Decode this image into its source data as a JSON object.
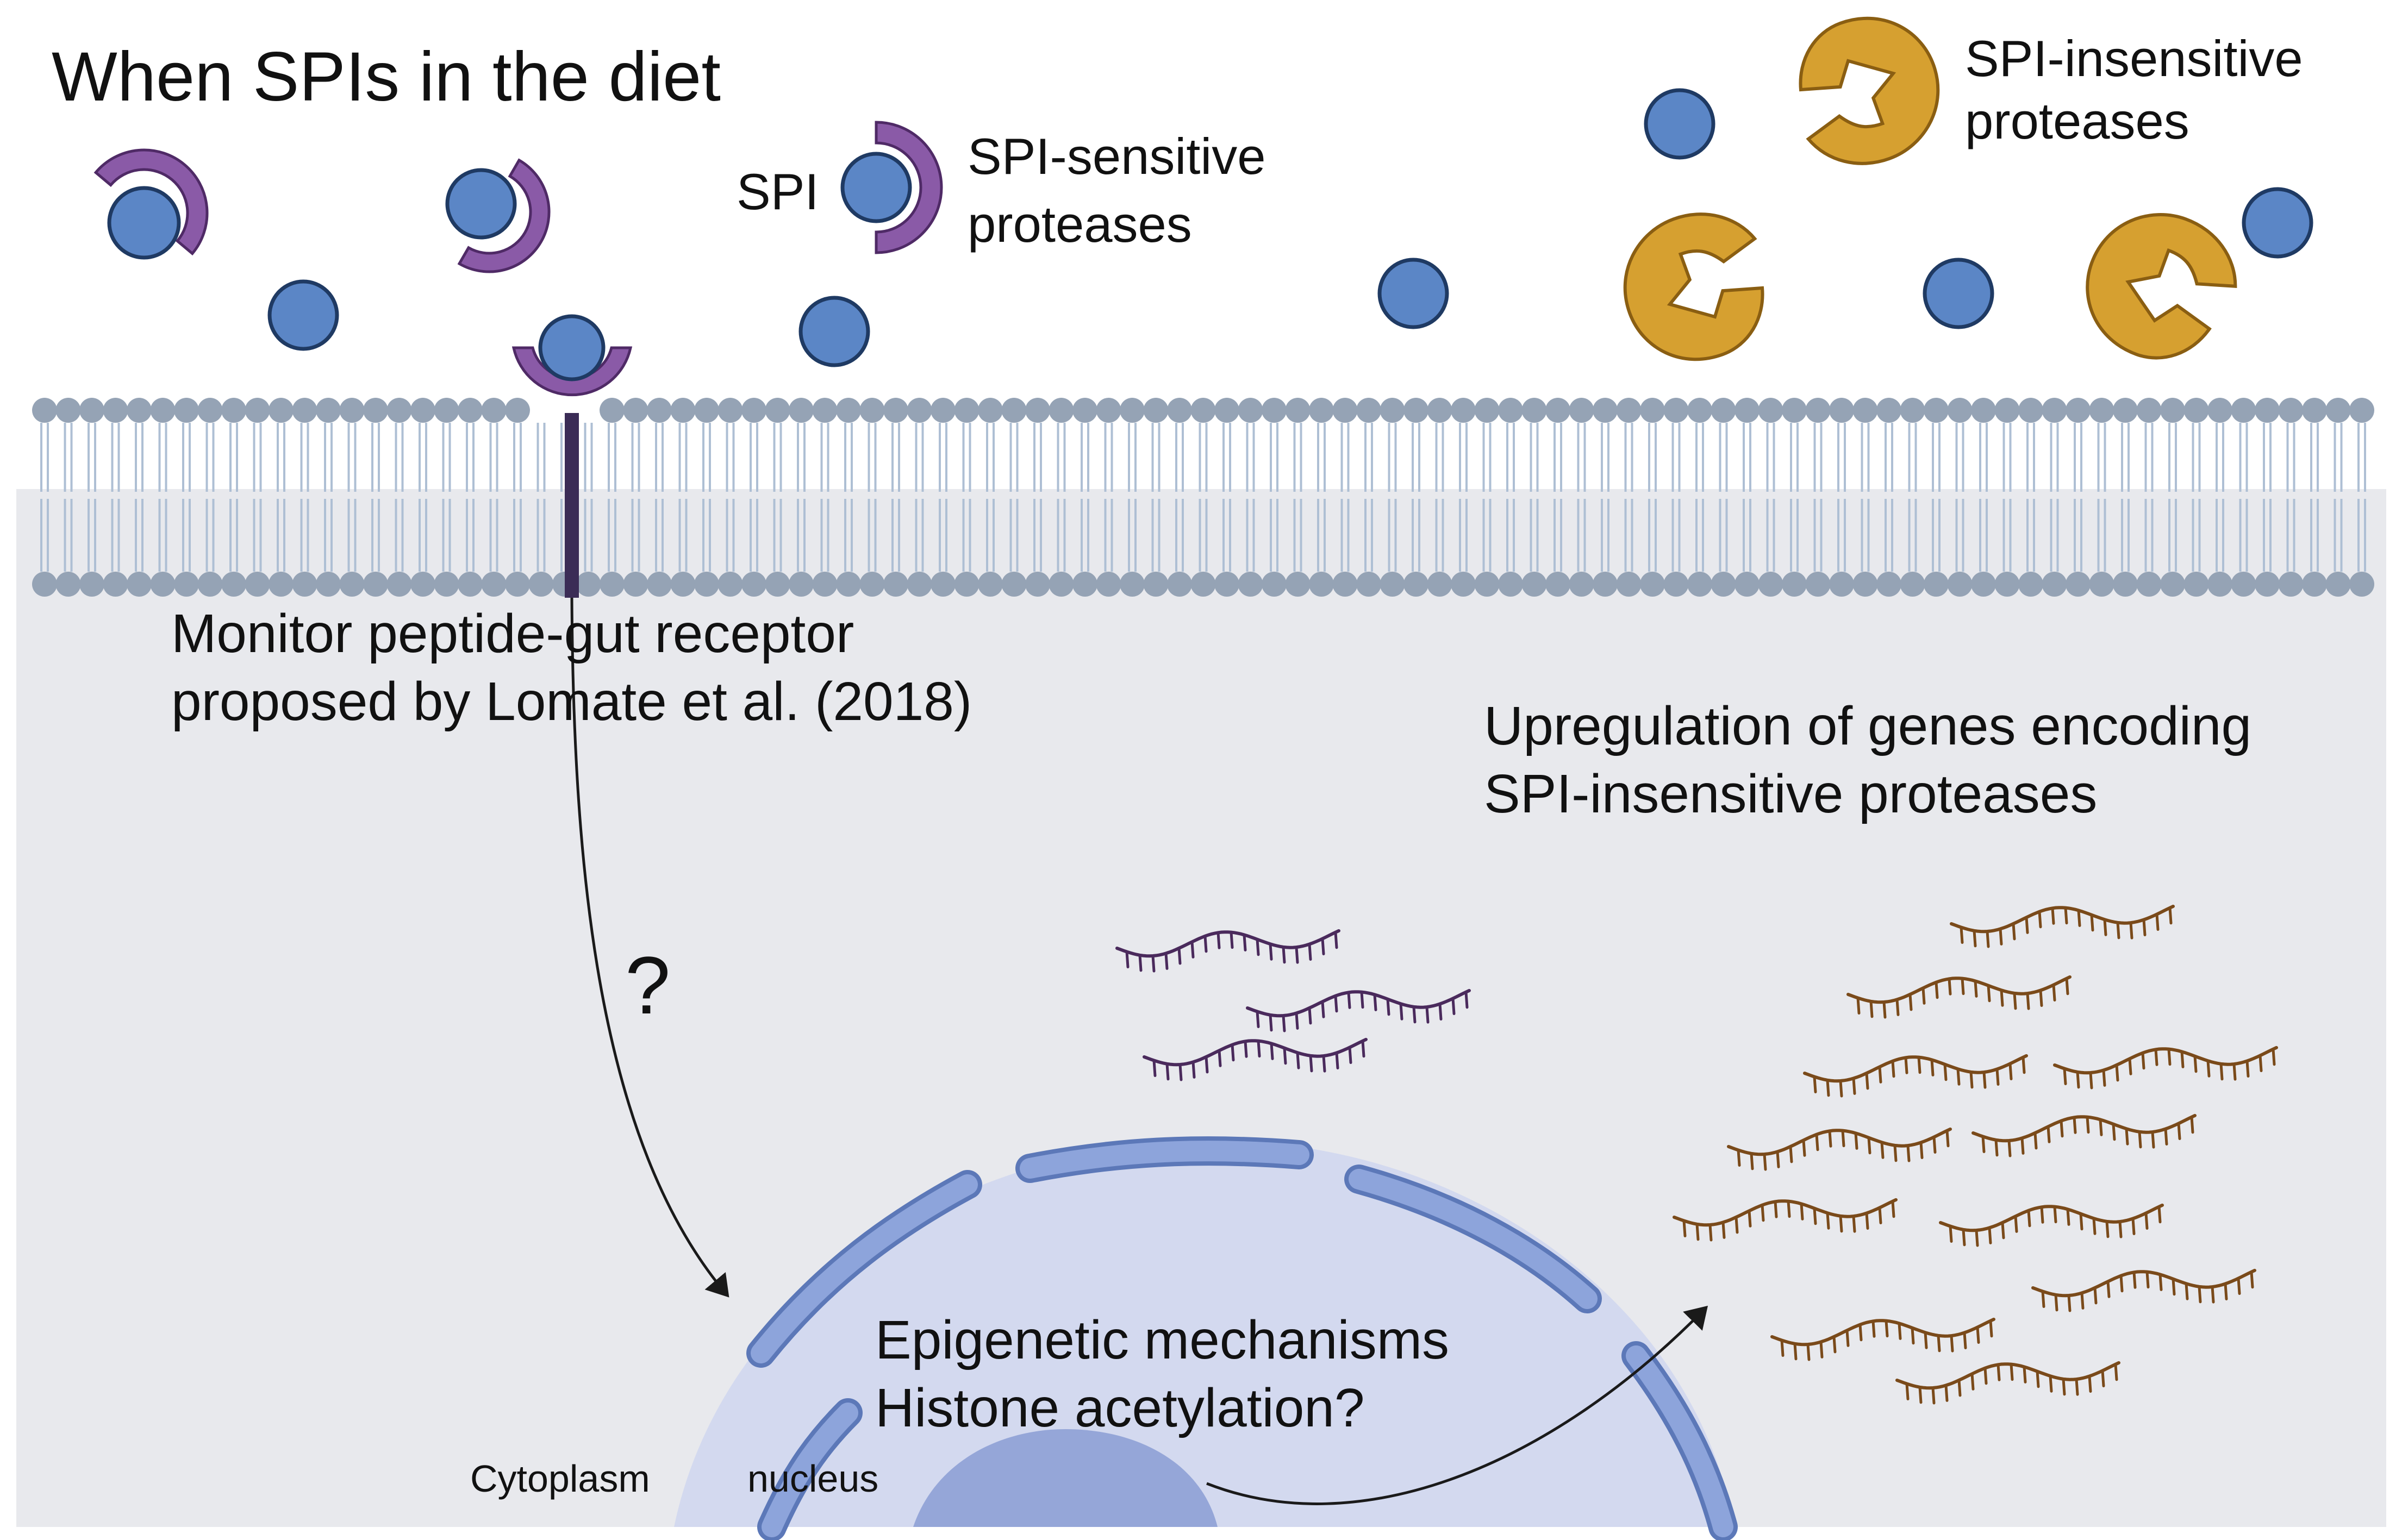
{
  "title": "When SPIs in the diet",
  "legend": {
    "spi": "SPI",
    "sensitive_line1": "SPI-sensitive",
    "sensitive_line2": "proteases",
    "insensitive_line1": "SPI-insensitive",
    "insensitive_line2": "proteases"
  },
  "receptor": {
    "line1": "Monitor peptide-gut receptor",
    "line2": "proposed by Lomate et al. (2018)"
  },
  "question_mark": "?",
  "upregulation": {
    "line1": "Upregulation of genes encoding",
    "line2": "SPI-insensitive proteases"
  },
  "nucleus_text": {
    "line1": "Epigenetic mechanisms",
    "line2": "Histone acetylation?"
  },
  "compartments": {
    "cytoplasm": "Cytoplasm",
    "nucleus": "nucleus"
  },
  "colors": {
    "spi": "#5b86c6",
    "spi_outline": "#1f3a63",
    "sensitive_protease": "#8a5aa7",
    "sensitive_protease_outline": "#4f2a66",
    "insensitive_protease": "#d6a030",
    "insensitive_protease_outline": "#8a5e12",
    "membrane_head": "#95a3b5",
    "membrane_tail": "#aebfd4",
    "cell_interior": "#e8e9ed",
    "nucleus_fill": "#d3d9ef",
    "nucleus_envelope": "#7f98d4",
    "nucleolus": "#95a6d8",
    "receptor_stem": "#3b2c56",
    "mrna_purple": "#4a2a5c",
    "mrna_brown": "#7a4a1a",
    "arrow": "#1a1a1a"
  }
}
